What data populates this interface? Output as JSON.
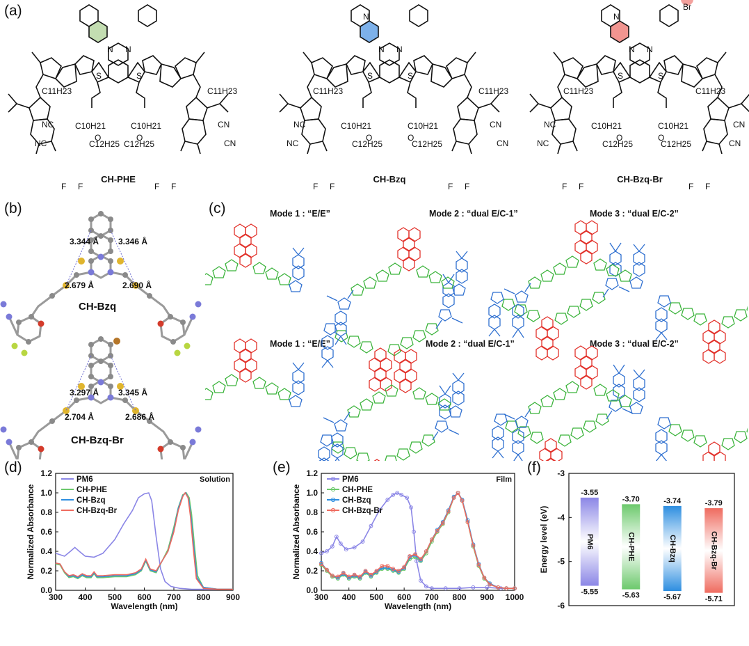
{
  "panels": {
    "a": "(a)",
    "b": "(b)",
    "c": "(c)",
    "d": "(d)",
    "e": "(e)",
    "f": "(f)"
  },
  "molecules": [
    {
      "name": "CH-PHE",
      "color": "#bcd9a8",
      "heteroatom": ""
    },
    {
      "name": "CH-Bzq",
      "color": "#6fa8e8",
      "heteroatom": "N"
    },
    {
      "name": "CH-Bzq-Br",
      "color": "#f08a84",
      "heteroatom": "N",
      "substituent": "Br"
    }
  ],
  "chem_labels": {
    "side_chain": "C11H23",
    "branch1": "C10H21",
    "branch2": "C12H25",
    "cn": "CN",
    "nc": "NC",
    "f": "F",
    "s": "S",
    "n": "N",
    "o": "O"
  },
  "panel_b": {
    "structures": [
      {
        "name": "CH-Bzq",
        "d1": "3.344 Å",
        "d2": "3.346 Å",
        "d3": "2.679 Å",
        "d4": "2.690 Å"
      },
      {
        "name": "CH-Bzq-Br",
        "d1": "3.297 Å",
        "d2": "3.345 Å",
        "d3": "2.704 Å",
        "d4": "2.686 Å"
      }
    ]
  },
  "panel_c": {
    "rows": [
      [
        "Mode 1 : “E/E”",
        "Mode 2 : “dual E/C-1”",
        "Mode 3 : “dual E/C-2”"
      ],
      [
        "Mode 1 : “E/E”",
        "Mode 2 : “dual E/C-1”",
        "Mode 3 : “dual E/C-2”"
      ]
    ],
    "colors": {
      "core": "#e2312a",
      "backbone": "#3bb33b",
      "end": "#2e6fd0"
    }
  },
  "chart_data": [
    {
      "type": "line",
      "panel": "d",
      "annotation": "Solution",
      "xlabel": "Wavelength (nm)",
      "ylabel": "Normalized Absorbance",
      "xlim": [
        300,
        900
      ],
      "ylim": [
        0.0,
        1.2
      ],
      "xticks": [
        300,
        400,
        500,
        600,
        700,
        800,
        900
      ],
      "yticks": [
        0.0,
        0.2,
        0.4,
        0.6,
        0.8,
        1.0,
        1.2
      ],
      "legend": "top-left",
      "series": [
        {
          "name": "PM6",
          "color": "#8b86e6",
          "x": [
            300,
            330,
            350,
            365,
            380,
            400,
            430,
            460,
            500,
            530,
            560,
            580,
            600,
            615,
            625,
            640,
            655,
            670,
            690,
            720,
            760,
            800,
            850,
            900
          ],
          "y": [
            0.38,
            0.35,
            0.4,
            0.44,
            0.4,
            0.35,
            0.34,
            0.38,
            0.52,
            0.68,
            0.82,
            0.95,
            0.99,
            1.0,
            0.92,
            0.55,
            0.22,
            0.09,
            0.04,
            0.02,
            0.01,
            0.01,
            0.01,
            0.01
          ]
        },
        {
          "name": "CH-PHE",
          "color": "#6cc96c",
          "x": [
            300,
            315,
            330,
            345,
            360,
            375,
            390,
            405,
            420,
            430,
            440,
            460,
            500,
            540,
            570,
            590,
            605,
            620,
            640,
            660,
            680,
            700,
            715,
            730,
            742,
            752,
            760,
            770,
            780,
            800,
            850,
            900
          ],
          "y": [
            0.27,
            0.26,
            0.18,
            0.13,
            0.14,
            0.12,
            0.15,
            0.13,
            0.13,
            0.17,
            0.13,
            0.13,
            0.14,
            0.14,
            0.16,
            0.2,
            0.3,
            0.2,
            0.18,
            0.3,
            0.42,
            0.65,
            0.85,
            0.98,
            1.0,
            0.95,
            0.78,
            0.45,
            0.15,
            0.03,
            0.01,
            0.01
          ]
        },
        {
          "name": "CH-Bzq",
          "color": "#2d8ee0",
          "x": [
            300,
            315,
            330,
            345,
            360,
            375,
            390,
            405,
            420,
            430,
            440,
            460,
            500,
            540,
            570,
            590,
            605,
            620,
            640,
            660,
            680,
            700,
            715,
            730,
            740,
            750,
            758,
            768,
            778,
            800,
            850,
            900
          ],
          "y": [
            0.28,
            0.27,
            0.19,
            0.14,
            0.15,
            0.13,
            0.16,
            0.14,
            0.14,
            0.18,
            0.14,
            0.14,
            0.15,
            0.15,
            0.17,
            0.21,
            0.31,
            0.21,
            0.19,
            0.3,
            0.4,
            0.62,
            0.84,
            0.97,
            1.0,
            0.94,
            0.75,
            0.42,
            0.13,
            0.03,
            0.01,
            0.01
          ]
        },
        {
          "name": "CH-Bzq-Br",
          "color": "#ef6b5f",
          "x": [
            300,
            315,
            330,
            345,
            360,
            375,
            390,
            405,
            420,
            430,
            440,
            460,
            500,
            540,
            570,
            590,
            605,
            620,
            640,
            660,
            680,
            700,
            715,
            730,
            738,
            748,
            756,
            766,
            776,
            800,
            850,
            900
          ],
          "y": [
            0.28,
            0.27,
            0.19,
            0.15,
            0.16,
            0.14,
            0.17,
            0.15,
            0.15,
            0.19,
            0.15,
            0.15,
            0.16,
            0.16,
            0.18,
            0.22,
            0.32,
            0.22,
            0.2,
            0.3,
            0.4,
            0.6,
            0.82,
            0.96,
            1.0,
            0.95,
            0.76,
            0.42,
            0.12,
            0.02,
            0.01,
            0.01
          ]
        }
      ]
    },
    {
      "type": "line",
      "panel": "e",
      "annotation": "Film",
      "xlabel": "Wavelength (nm)",
      "ylabel": "Normalized Absorbance",
      "xlim": [
        300,
        1000
      ],
      "ylim": [
        0.0,
        1.2
      ],
      "xticks": [
        300,
        400,
        500,
        600,
        700,
        800,
        900,
        1000
      ],
      "yticks": [
        0.0,
        0.2,
        0.4,
        0.6,
        0.8,
        1.0,
        1.2
      ],
      "legend": "top-left",
      "series": [
        {
          "name": "PM6",
          "color": "#8b86e6",
          "x": [
            300,
            320,
            340,
            355,
            370,
            390,
            420,
            450,
            480,
            510,
            540,
            560,
            575,
            590,
            610,
            625,
            635,
            645,
            660,
            680,
            700,
            750,
            800,
            850,
            900,
            950,
            1000
          ],
          "y": [
            0.38,
            0.4,
            0.45,
            0.55,
            0.48,
            0.42,
            0.44,
            0.5,
            0.66,
            0.82,
            0.93,
            0.98,
            1.0,
            0.98,
            0.95,
            0.85,
            0.6,
            0.3,
            0.1,
            0.04,
            0.02,
            0.02,
            0.02,
            0.03,
            0.03,
            0.02,
            0.02
          ]
        },
        {
          "name": "CH-PHE",
          "color": "#6cc96c",
          "x": [
            300,
            320,
            340,
            360,
            380,
            400,
            420,
            440,
            460,
            480,
            500,
            520,
            540,
            560,
            580,
            600,
            620,
            640,
            660,
            680,
            700,
            720,
            740,
            760,
            780,
            795,
            810,
            830,
            850,
            870,
            890,
            910,
            940,
            970,
            1000
          ],
          "y": [
            0.26,
            0.2,
            0.14,
            0.12,
            0.16,
            0.12,
            0.14,
            0.12,
            0.18,
            0.14,
            0.18,
            0.22,
            0.22,
            0.2,
            0.18,
            0.22,
            0.32,
            0.34,
            0.3,
            0.38,
            0.5,
            0.6,
            0.68,
            0.8,
            0.95,
            1.0,
            0.92,
            0.7,
            0.45,
            0.25,
            0.12,
            0.06,
            0.03,
            0.02,
            0.02
          ]
        },
        {
          "name": "CH-Bzq",
          "color": "#2d8ee0",
          "x": [
            300,
            320,
            340,
            360,
            380,
            400,
            420,
            440,
            460,
            480,
            500,
            520,
            540,
            560,
            580,
            600,
            620,
            640,
            660,
            680,
            700,
            720,
            740,
            760,
            780,
            795,
            810,
            830,
            850,
            870,
            890,
            910,
            940,
            970,
            1000
          ],
          "y": [
            0.28,
            0.21,
            0.15,
            0.13,
            0.17,
            0.13,
            0.15,
            0.13,
            0.19,
            0.15,
            0.19,
            0.23,
            0.23,
            0.21,
            0.19,
            0.23,
            0.34,
            0.36,
            0.31,
            0.4,
            0.52,
            0.62,
            0.7,
            0.82,
            0.96,
            1.0,
            0.93,
            0.72,
            0.47,
            0.27,
            0.13,
            0.07,
            0.03,
            0.02,
            0.02
          ]
        },
        {
          "name": "CH-Bzq-Br",
          "color": "#ef6b5f",
          "x": [
            300,
            320,
            340,
            360,
            380,
            400,
            420,
            440,
            460,
            480,
            500,
            520,
            540,
            560,
            580,
            600,
            620,
            640,
            660,
            680,
            700,
            720,
            740,
            760,
            780,
            795,
            810,
            830,
            850,
            870,
            890,
            910,
            940,
            970,
            1000
          ],
          "y": [
            0.27,
            0.21,
            0.15,
            0.14,
            0.18,
            0.14,
            0.16,
            0.14,
            0.2,
            0.16,
            0.2,
            0.25,
            0.25,
            0.22,
            0.2,
            0.24,
            0.35,
            0.37,
            0.32,
            0.4,
            0.52,
            0.61,
            0.69,
            0.81,
            0.95,
            1.0,
            0.92,
            0.7,
            0.46,
            0.26,
            0.13,
            0.06,
            0.03,
            0.02,
            0.02
          ]
        }
      ]
    },
    {
      "type": "bar",
      "panel": "f",
      "ylabel": "Energy level (eV)",
      "ylim": [
        -6,
        -3
      ],
      "yticks": [
        -6,
        -5,
        -4,
        -3
      ],
      "categories": [
        "PM6",
        "CH-PHE",
        "CH-Bzq",
        "CH-Bzq-Br"
      ],
      "lumo": [
        -3.55,
        -3.7,
        -3.74,
        -3.79
      ],
      "homo": [
        -5.55,
        -5.63,
        -5.67,
        -5.71
      ],
      "lumo_labels": [
        "-3.55",
        "-3.70",
        "-3.74",
        "-3.79"
      ],
      "homo_labels": [
        "-5.55",
        "-5.63",
        "-5.67",
        "-5.71"
      ],
      "colors": [
        "#8b86e6",
        "#6cc96c",
        "#2d8ee0",
        "#ef6b5f"
      ]
    }
  ]
}
